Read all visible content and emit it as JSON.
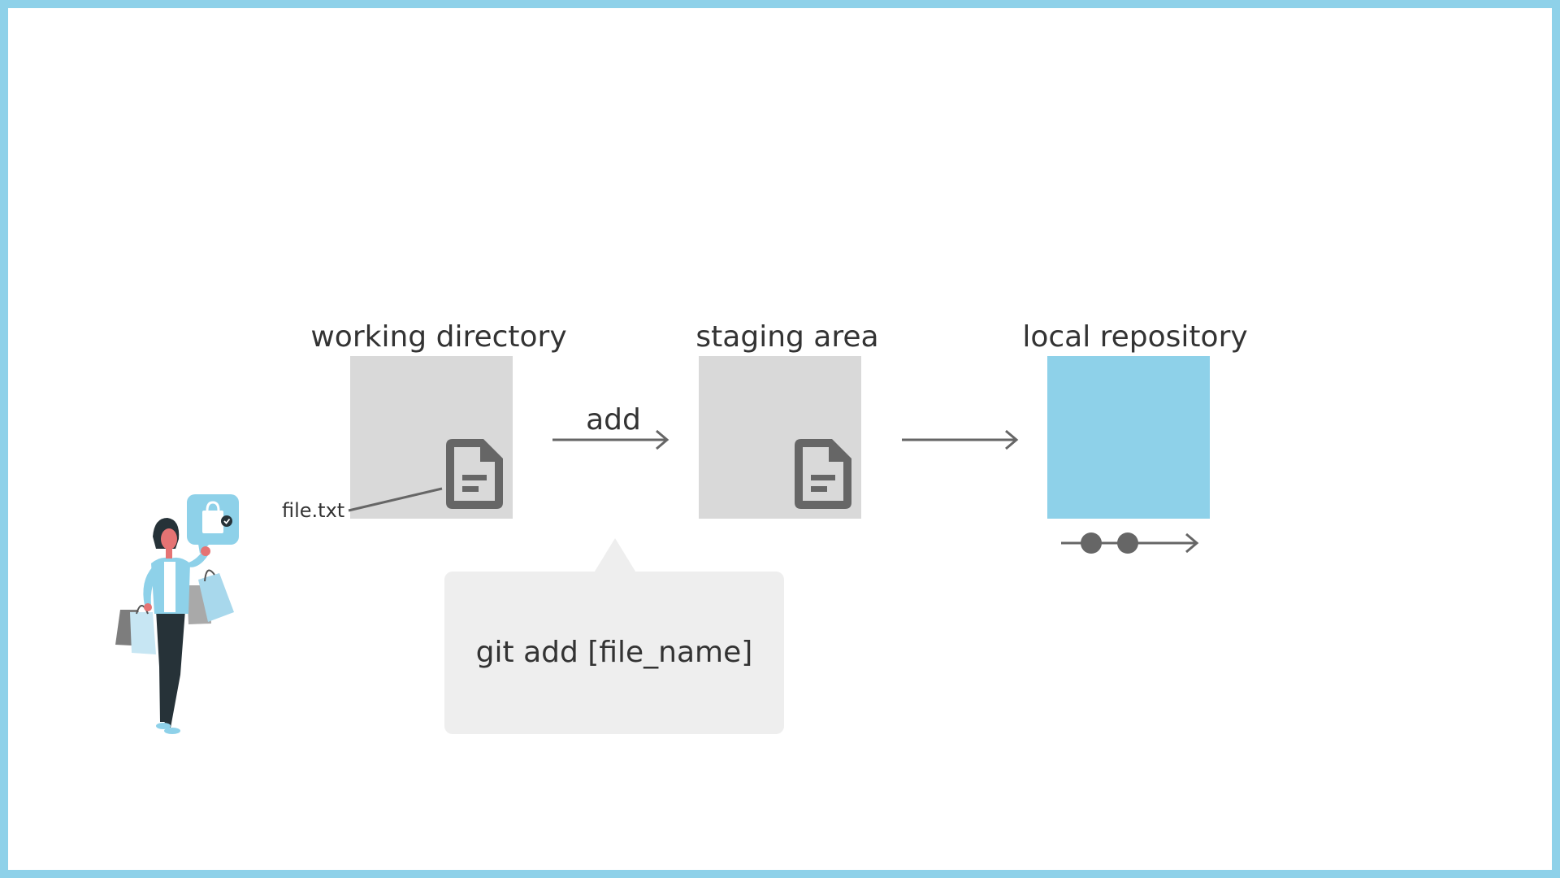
{
  "stages": {
    "working_directory": "working directory",
    "staging_area": "staging area",
    "local_repository": "local repository"
  },
  "arrow_label": "add",
  "file_label": "file.txt",
  "command": "git add [file_name]",
  "colors": {
    "frame": "#8ED1E9",
    "box_gray": "#D9D9D9",
    "repository": "#8ED1E9",
    "callout": "#EEEEEE",
    "icon": "#666666",
    "text": "#333333"
  },
  "icons": {
    "file": "document-icon",
    "commits": "commit-timeline-icon",
    "person": "shopper-illustration",
    "bag_bubble": "shopping-bag-check-icon"
  }
}
